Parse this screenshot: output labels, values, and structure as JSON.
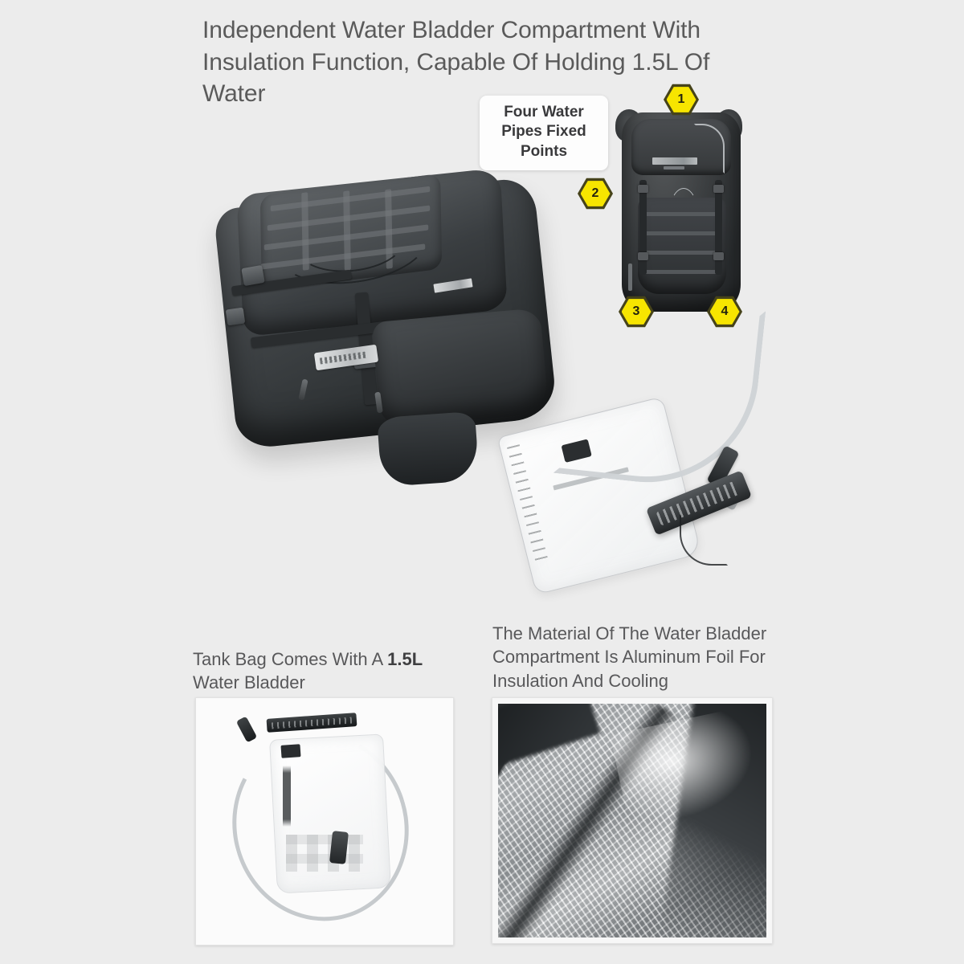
{
  "page": {
    "background_color": "#ececec",
    "headline": "Independent Water Bladder Compartment With Insulation Function, Capable Of Holding 1.5L Of Water"
  },
  "callout": {
    "label": "Four Water Pipes Fixed Points"
  },
  "badges": [
    {
      "number": "1",
      "position": "top-center"
    },
    {
      "number": "2",
      "position": "left-upper"
    },
    {
      "number": "3",
      "position": "bottom-left"
    },
    {
      "number": "4",
      "position": "bottom-right"
    }
  ],
  "captions": {
    "left": {
      "text_before": "Tank Bag Comes With A ",
      "emphasis": "1.5L",
      "text_after": " Water Bladder"
    },
    "right": {
      "text": "The Material Of The Water Bladder Compartment Is Aluminum Foil For Insulation And Cooling"
    }
  },
  "photos": {
    "hero": "motorcycle-tank-bag-with-water-bladder",
    "backpack": "tactical-backpack-front-view",
    "bladder_kit": "water-bladder-with-hose-and-bite-valve",
    "foil_liner": "aluminum-foil-insulated-compartment"
  },
  "colors": {
    "badge_fill": "#f7e500",
    "badge_outline": "#46431a",
    "headline_text": "#5a5a5a",
    "caption_text": "#58585a",
    "callout_background": "#fdfdfd"
  }
}
